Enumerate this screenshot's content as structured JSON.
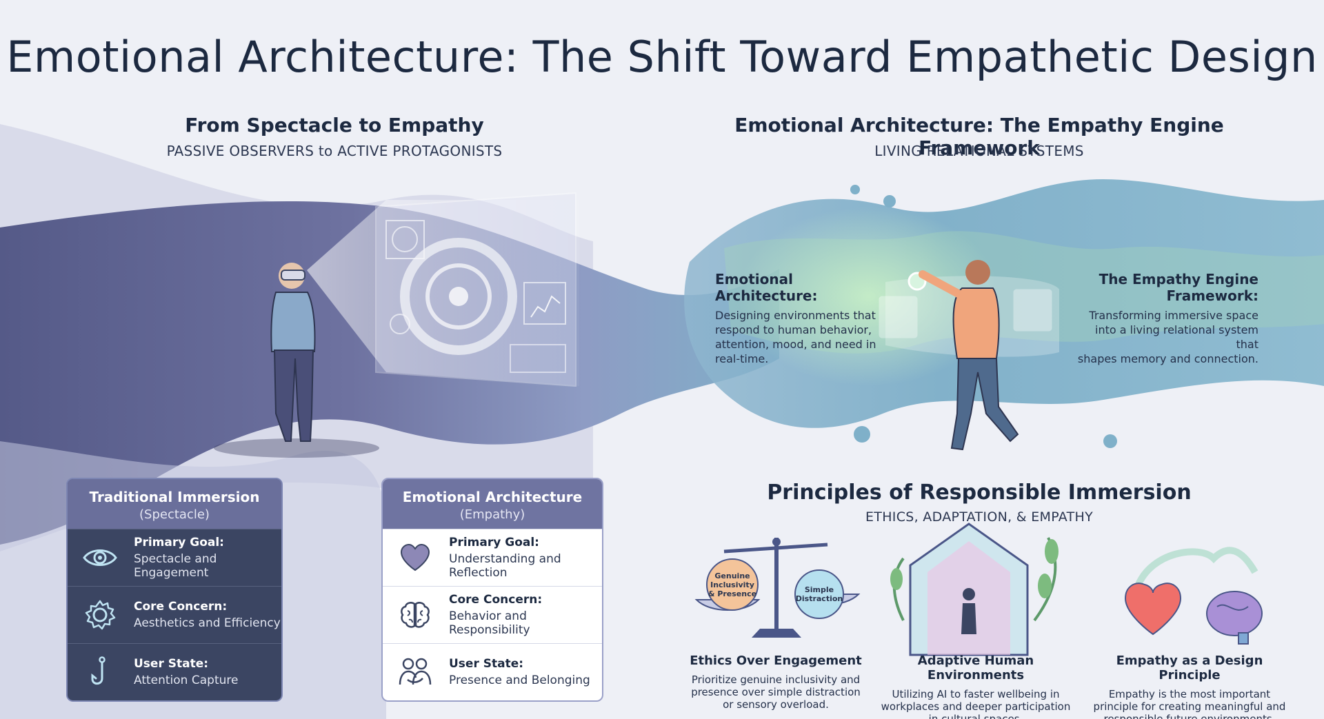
{
  "title": "Emotional Architecture: The Shift Toward Empathetic Design",
  "left_section": {
    "title": "From Spectacle to Empathy",
    "subtitle": "PASSIVE OBSERVERS to ACTIVE PROTAGONISTS"
  },
  "right_section": {
    "title": "Emotional Architecture: The Empathy Engine Framework",
    "subtitle": "LIVING RELATIONAL SYSTEMS",
    "emotional_architecture": {
      "title": "Emotional Architecture:",
      "body_lines": [
        "Designing environments that",
        "respond to human behavior,",
        "attention, mood, and need in",
        "real-time."
      ]
    },
    "empathy_engine": {
      "title_lines": [
        "The Empathy Engine",
        "Framework:"
      ],
      "body_lines": [
        "Transforming immersive space",
        "into a living relational system that",
        "shapes memory and connection."
      ]
    }
  },
  "traditional_card": {
    "title": "Traditional Immersion",
    "subtitle": "(Spectacle)",
    "rows": [
      {
        "icon": "eye-icon",
        "label": "Primary Goal:",
        "value": "Spectacle and Engagement"
      },
      {
        "icon": "gear-icon",
        "label": "Core Concern:",
        "value": "Aesthetics and Efficiency"
      },
      {
        "icon": "hook-icon",
        "label": "User State:",
        "value": "Attention Capture"
      }
    ]
  },
  "emotional_card": {
    "title": "Emotional Architecture",
    "subtitle": "(Empathy)",
    "rows": [
      {
        "icon": "heart-icon",
        "label": "Primary Goal:",
        "value": "Understanding and Reflection"
      },
      {
        "icon": "brain-icon",
        "label": "Core Concern:",
        "value": "Behavior and Responsibility"
      },
      {
        "icon": "people-icon",
        "label": "User State:",
        "value": "Presence and Belonging"
      }
    ]
  },
  "principles": {
    "title": "Principles of Responsible Immersion",
    "subtitle": "ETHICS, ADAPTATION, & EMPATHY",
    "scale_left_lines": [
      "Genuine",
      "Inclusivity",
      "& Presence"
    ],
    "scale_right_lines": [
      "Simple",
      "Distraction"
    ],
    "items": [
      {
        "icon": "scale-icon",
        "title": "Ethics Over Engagement",
        "desc_lines": [
          "Prioritize genuine inclusivity and",
          "presence over simple distraction",
          "or sensory overload."
        ]
      },
      {
        "icon": "house-icon",
        "title": "Adaptive Human Environments",
        "desc_lines": [
          "Utilizing AI to faster wellbeing in",
          "workplaces and deeper participation",
          "in cultural spaces."
        ]
      },
      {
        "icon": "heart-brain-icon",
        "title": "Empathy as a Design Principle",
        "desc_lines": [
          "Empathy is the most important",
          "principle for creating meaningful and",
          "responsible future environments."
        ]
      }
    ]
  },
  "colors": {
    "navy": "#1c2940",
    "card_dark": "#3b4562",
    "header_purple": "#6a6f9b",
    "wave_purple": "#5b5f8e",
    "wave_teal": "#6aa3bf",
    "accent_green": "#8cc98e"
  }
}
